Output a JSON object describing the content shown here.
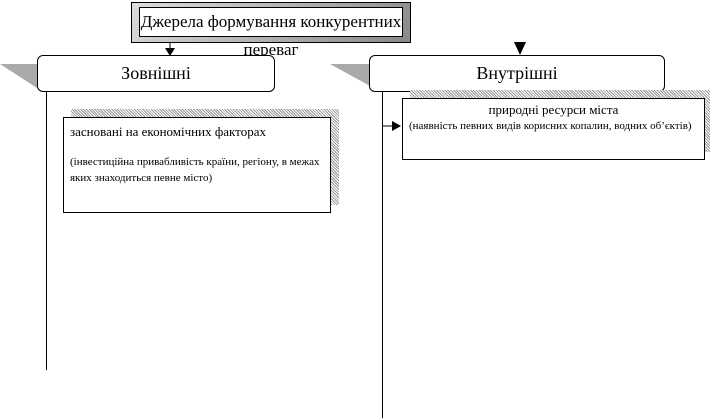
{
  "title": "Джерела формування конкурентних переваг",
  "external": {
    "label": "Зовнішні",
    "box": {
      "title": "засновані на економічних факторах",
      "detail": "(інвестиційна привабливість країни, регіону, в межах яких знаходиться певне місто)"
    }
  },
  "internal": {
    "label": "Внутрішні",
    "box": {
      "title": "природні ресурси міста",
      "detail": "(наявність певних видів корисних копалин, водних об’єктів)"
    }
  }
}
